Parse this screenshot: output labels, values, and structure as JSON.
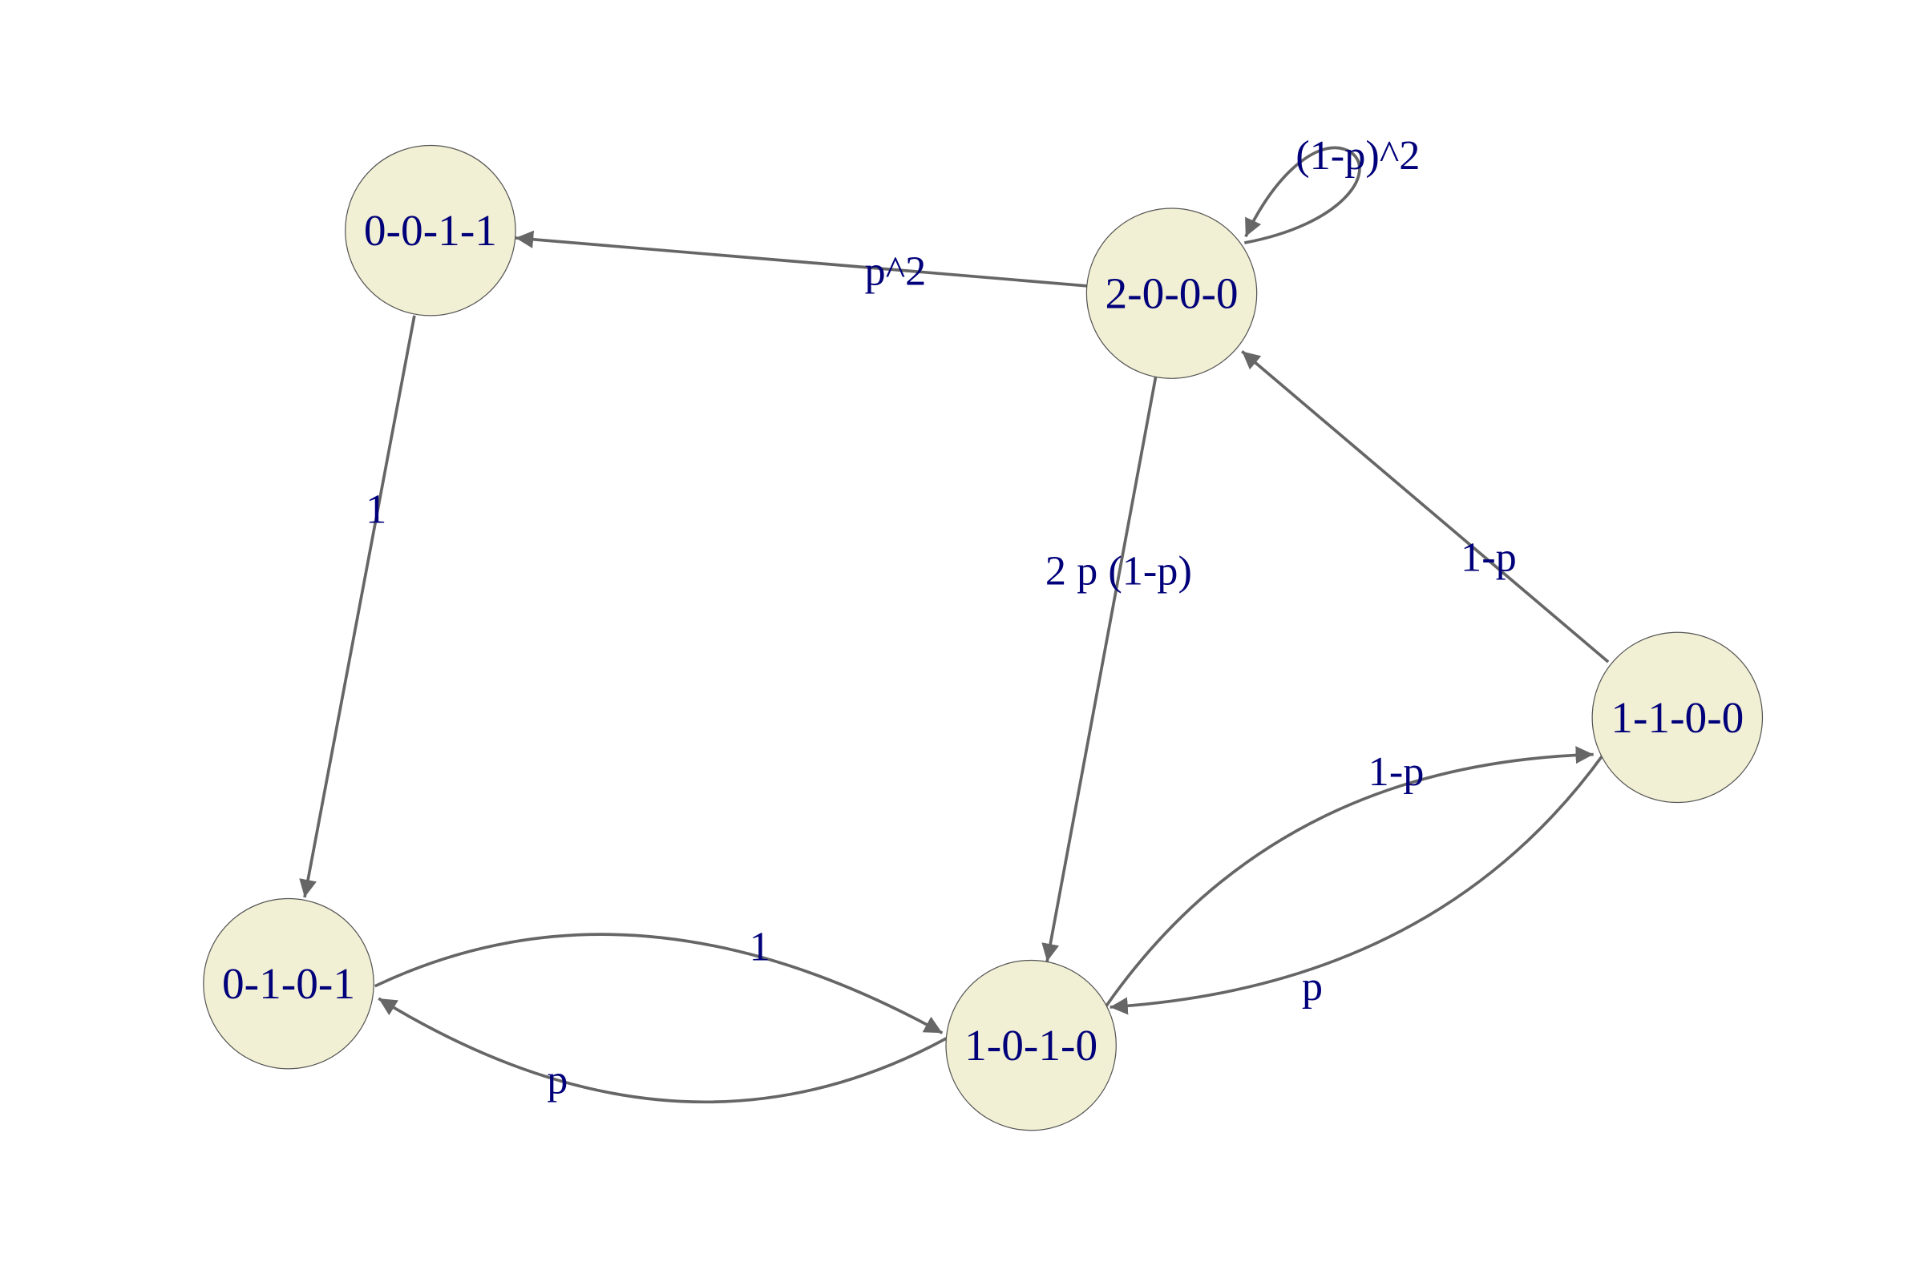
{
  "nodes": {
    "n0011": "0-0-1-1",
    "n2000": "2-0-0-0",
    "n1100": "1-1-0-0",
    "n0101": "0-1-0-1",
    "n1010": "1-0-1-0"
  },
  "edges": {
    "e2000_2000": "(1-p)^2",
    "e2000_0011": "p^2",
    "e0011_0101": "1",
    "e2000_1010": "2 p (1-p)",
    "e1100_2000": "1-p",
    "e1010_1100": "1-p",
    "e1100_1010": "p",
    "e0101_1010": "1",
    "e1010_0101": "p"
  },
  "colors": {
    "node_fill": "#f2f0d4",
    "edge": "#666666",
    "label": "#00007a"
  }
}
